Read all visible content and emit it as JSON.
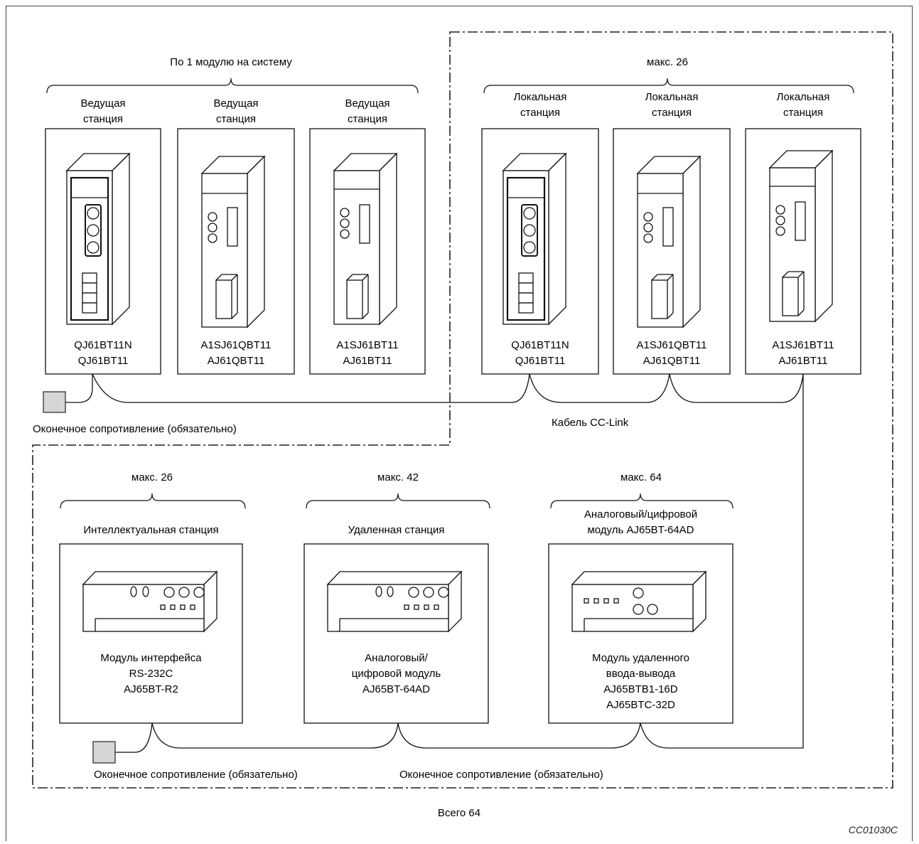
{
  "top_group": {
    "master_bracket_label": "По 1 модулю на систему",
    "local_bracket_label": "макс. 26",
    "stations": [
      {
        "role": "Ведущая\nстанция",
        "models": "QJ61BT11N\nQJ61BT11"
      },
      {
        "role": "Ведущая\nстанция",
        "models": "A1SJ61QBT11\nAJ61QBT11"
      },
      {
        "role": "Ведущая\nстанция",
        "models": "A1SJ61BT11\nAJ61BT11"
      },
      {
        "role": "Локальная\nстанция",
        "models": "QJ61BT11N\nQJ61BT11"
      },
      {
        "role": "Локальная\nстанция",
        "models": "A1SJ61QBT11\nAJ61QBT11"
      },
      {
        "role": "Локальная\nстанция",
        "models": "A1SJ61BT11\nAJ61BT11"
      }
    ],
    "terminator_label": "Оконечное сопротивление (обязательно)",
    "cable_label": "Кабель CC-Link"
  },
  "bottom_group": {
    "stations": [
      {
        "bracket": "макс. 26",
        "role": "Интеллектуальная станция",
        "models": "Модуль интерфейса\nRS-232C\nAJ65BT-R2"
      },
      {
        "bracket": "макс. 42",
        "role": "Удаленная станция",
        "models": "Аналоговый/\nцифровой модуль\nAJ65BT-64AD"
      },
      {
        "bracket": "макс. 64",
        "role": "Аналоговый/цифровой\nмодуль AJ65BT-64AD",
        "models": "Модуль удаленного\nввода-вывода\nAJ65BTB1-16D\nAJ65BTC-32D"
      }
    ],
    "terminator_label_1": "Оконечное сопротивление (обязательно)",
    "terminator_label_2": "Оконечное сопротивление (обязательно)"
  },
  "total_label": "Всего 64",
  "figure_code": "CC01030C"
}
